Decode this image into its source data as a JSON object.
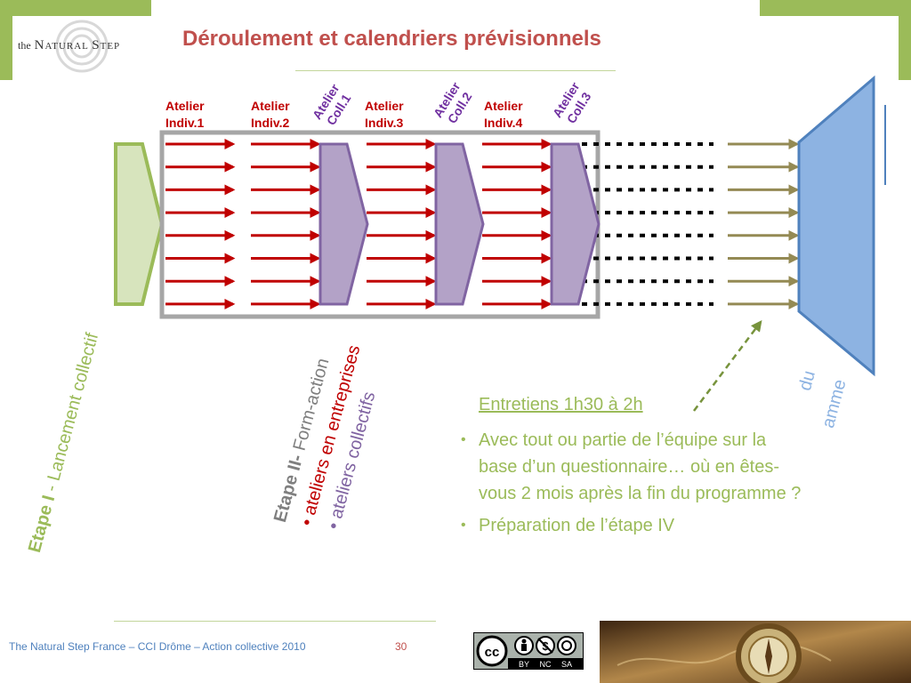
{
  "logo": {
    "the": "the",
    "brand": "NATURAL STEP",
    "brand_initial_N": "N",
    "brand_rest1": "ATURAL ",
    "brand_initial_S": "S",
    "brand_rest2": "TEP"
  },
  "title": "Déroulement et calendriers prévisionnels",
  "workshops": {
    "indiv1": {
      "line1": "Atelier",
      "line2": "Indiv.1"
    },
    "indiv2": {
      "line1": "Atelier",
      "line2": "Indiv.2"
    },
    "indiv3": {
      "line1": "Atelier",
      "line2": "Indiv.3"
    },
    "indiv4": {
      "line1": "Atelier",
      "line2": "Indiv.4"
    },
    "coll1": {
      "line1": "Atelier",
      "line2": "Coll.1"
    },
    "coll2": {
      "line1": "Atelier",
      "line2": "Coll.2"
    },
    "coll3": {
      "line1": "Atelier",
      "line2": "Coll.3"
    }
  },
  "stage1": {
    "prefix": "Etape I",
    "text": " - Lancement collectif"
  },
  "stage2": {
    "prefix": "Etape II-",
    "text": " Form-action",
    "bullet1": "ateliers en entreprises",
    "bullet2": "ateliers collectifs"
  },
  "stage_right": {
    "line1": "du",
    "line2": "amme"
  },
  "interview": {
    "title": "Entretiens 1h30 à 2h",
    "bullets": [
      "Avec tout ou partie de l’équipe sur la base d’un questionnaire… où en êtes-vous 2 mois après la fin du programme ?",
      "Préparation de l’étape IV"
    ]
  },
  "footer": {
    "text": "The Natural Step France – CCI Drôme – Action collective  2010",
    "page": "30",
    "license": {
      "by": "BY",
      "nc": "NC",
      "sa": "SA",
      "cc": "cc"
    }
  },
  "colors": {
    "title": "#c0504d",
    "accent_green": "#9bbb59",
    "arrow_red": "#c00000",
    "collective_purple": "#8064a2",
    "final_blue": "#8db3e2",
    "olive_arrow": "#948a54"
  }
}
